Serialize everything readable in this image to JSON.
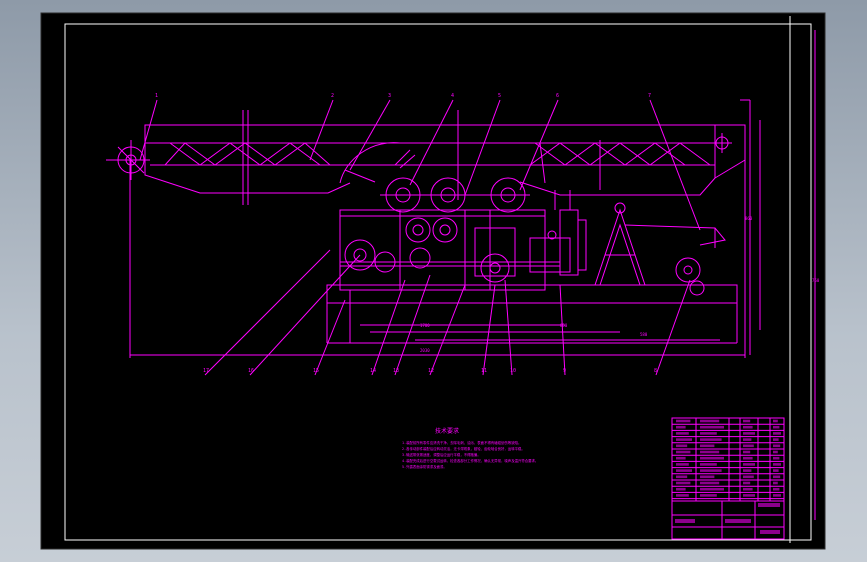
{
  "colors": {
    "sheet": "#000000",
    "line": "#ff00ff",
    "frame": "#ffffff",
    "backdrop": "#a9b4bf"
  },
  "balloons": {
    "top": [
      "1",
      "2",
      "3",
      "4",
      "5",
      "6",
      "7"
    ],
    "bottom": [
      "17",
      "16",
      "15",
      "14",
      "13",
      "12",
      "11",
      "10",
      "9",
      "8"
    ]
  },
  "notes": {
    "heading": "技术要求",
    "lines": [
      "1.装配前所有零件应清洗干净，去除毛刺、油污，表面不得有磕碰划伤等缺陷。",
      "2.各传动部件装配后应转动灵活，无卡滞现象，链轮、齿轮啮合良好，运转平稳。",
      "3.输送带张紧适度，调整后应运行平稳，不得跑偏。",
      "4.装配完成后进行空载试运转，检查各部分工作情况，确认无异常，噪声及温升符合要求。",
      "5.外露表面涂防锈漆及面漆。"
    ]
  }
}
